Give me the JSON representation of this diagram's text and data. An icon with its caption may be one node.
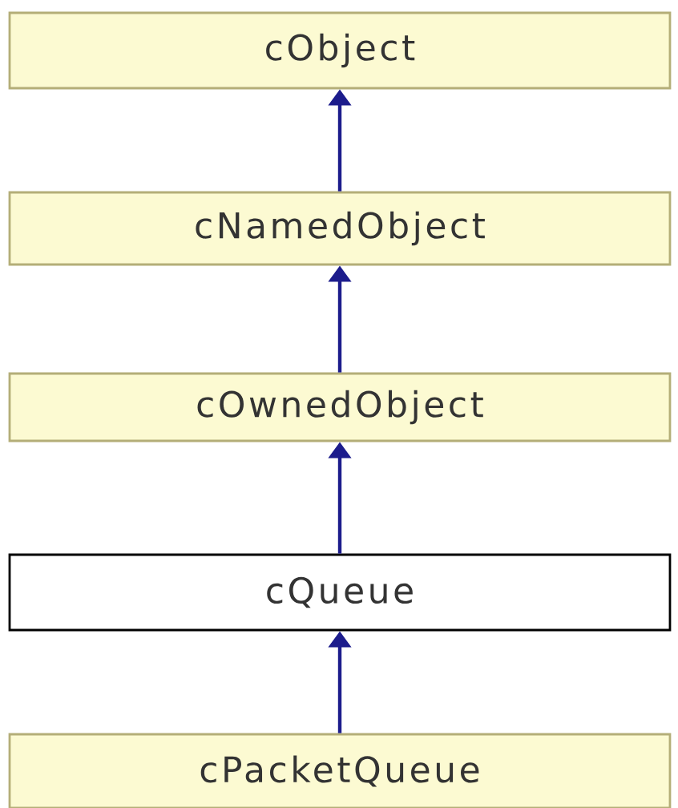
{
  "diagram": {
    "nodes": [
      {
        "text": [
          "cObject"
        ]
      },
      {
        "text": [
          "cNamedObject"
        ]
      },
      {
        "text": [
          "cOwnedObject"
        ]
      },
      {
        "text": [
          "cQueue"
        ]
      },
      {
        "text": [
          "cPacketQueue"
        ]
      }
    ],
    "edges": [
      {
        "from": 1,
        "to": 0,
        "arrow": "to"
      },
      {
        "from": 2,
        "to": 1,
        "arrow": "to"
      },
      {
        "from": 3,
        "to": 2,
        "arrow": "to"
      },
      {
        "from": 4,
        "to": 3,
        "arrow": "to"
      }
    ]
  }
}
